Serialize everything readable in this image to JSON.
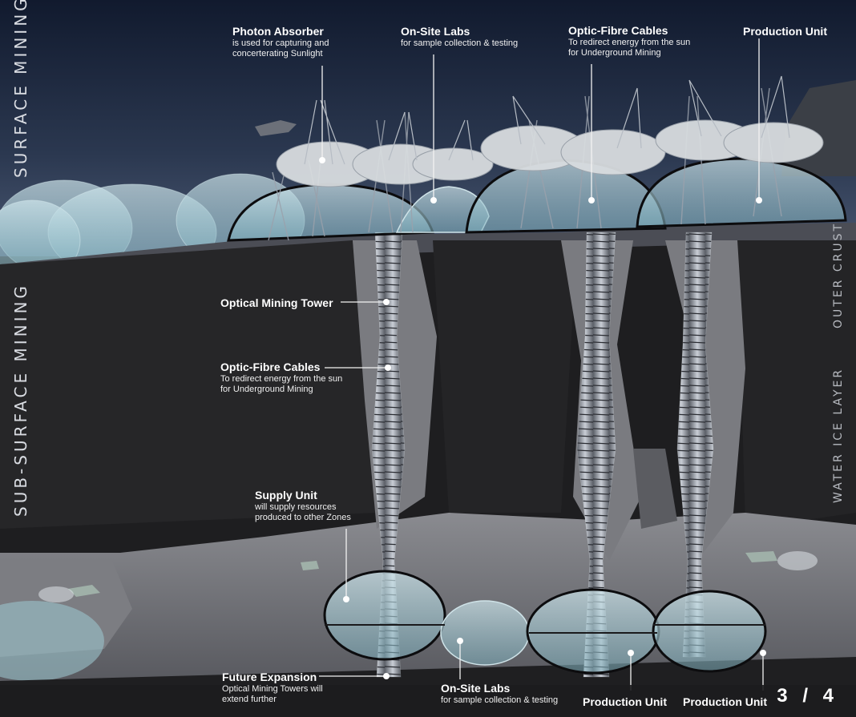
{
  "side_labels": {
    "surface": "Surface Mining",
    "subsurface": "Sub-Surface Mining",
    "outer_crust": "Outer Crust",
    "water_ice": "Water Ice Layer"
  },
  "labels": {
    "photon_absorber": {
      "title": "Photon Absorber",
      "desc1": "is used for capturing and",
      "desc2": "concerterating Sunlight"
    },
    "onsite_labs_top": {
      "title": "On-Site Labs",
      "desc1": "for sample collection & testing"
    },
    "optic_fibre_top": {
      "title": "Optic-Fibre Cables",
      "desc1": "To redirect energy from the sun",
      "desc2": "for Underground Mining"
    },
    "production_top": {
      "title": "Production Unit"
    },
    "optical_tower": {
      "title": "Optical Mining Tower"
    },
    "optic_fibre_mid": {
      "title": "Optic-Fibre Cables",
      "desc1": "To redirect energy from the sun",
      "desc2": "for Underground Mining"
    },
    "supply_unit": {
      "title": "Supply Unit",
      "desc1": "will supply resources",
      "desc2": "produced to other Zones"
    },
    "future_expansion": {
      "title": "Future Expansion",
      "desc1": "Optical Mining Towers will",
      "desc2": "extend further"
    },
    "onsite_labs_bottom": {
      "title": "On-Site Labs",
      "desc1": "for sample collection & testing"
    },
    "production_bottom_1": {
      "title": "Production Unit"
    },
    "production_bottom_2": {
      "title": "Production Unit"
    }
  },
  "page_indicator": "3 / 4",
  "colors": {
    "sky_top": "#15203a",
    "sky_bottom": "#3d4a60",
    "rock": "#1f1f21",
    "rock_light": "#6f7076",
    "dome_glass": "#9fc9d4"
  }
}
